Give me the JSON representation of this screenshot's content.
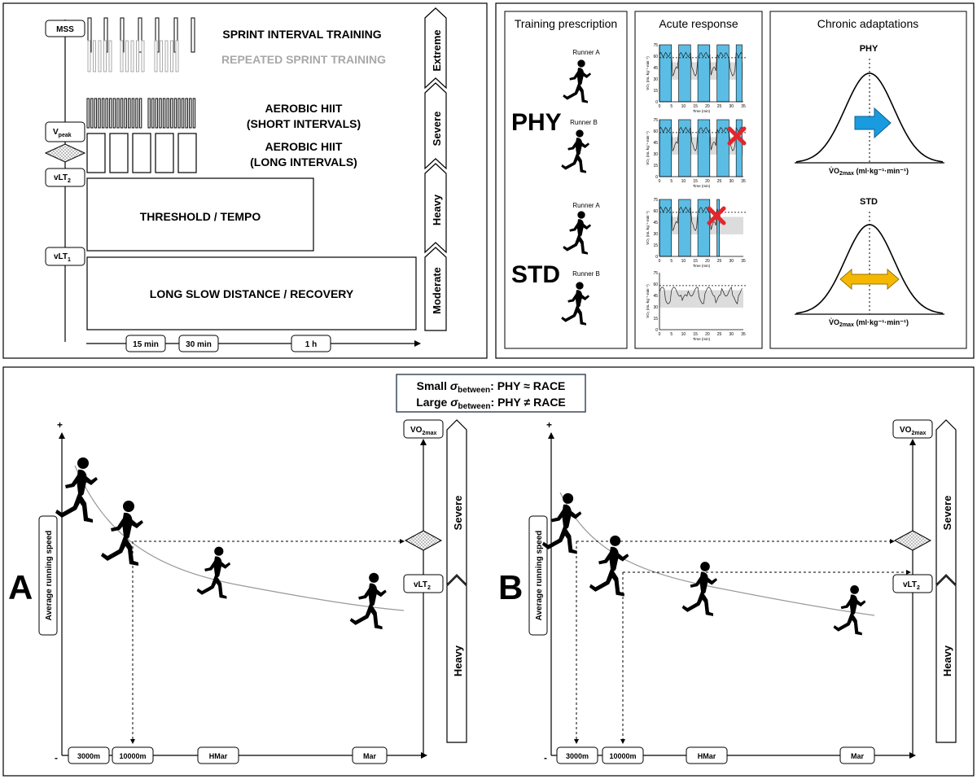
{
  "intensity_panel": {
    "markers": {
      "mss": "MSS",
      "vpeak": "V",
      "vpeak_sub": "peak",
      "vlt2": "vLT",
      "vlt2_sub": "2",
      "vlt1": "vLT",
      "vlt1_sub": "1"
    },
    "sessions": {
      "sit": "SPRINT INTERVAL TRAINING",
      "rst": "REPEATED SPRINT TRAINING",
      "hiit_short_1": "AEROBIC HIIT",
      "hiit_short_2": "(SHORT INTERVALS)",
      "hiit_long_1": "AEROBIC HIIT",
      "hiit_long_2": "(LONG INTERVALS)",
      "threshold": "THRESHOLD / TEMPO",
      "lsd": "LONG SLOW DISTANCE / RECOVERY"
    },
    "time_ticks": [
      "15 min",
      "30 min",
      "1 h"
    ],
    "domains": [
      "Extreme",
      "Severe",
      "Heavy",
      "Moderate"
    ]
  },
  "prescription_panel": {
    "columns": {
      "prescription": "Training prescription",
      "acute": "Acute response",
      "chronic": "Chronic adaptations"
    },
    "groups": {
      "phy": "PHY",
      "std": "STD"
    },
    "runners": {
      "a": "Runner A",
      "b": "Runner B"
    },
    "mini_chart": {
      "ylabel": "VO₂ (mL·kg⁻¹·min⁻¹)",
      "xlabel": "Time (min)",
      "yticks": [
        "75",
        "60",
        "45",
        "30",
        "15",
        "0"
      ],
      "xticks": [
        "0",
        "5",
        "10",
        "15",
        "20",
        "25",
        "30",
        "35"
      ]
    },
    "distributions": {
      "phy_title": "PHY",
      "std_title": "STD",
      "axis_label": "V̇O",
      "axis_label_sub": "2max",
      "axis_label_unit": " (ml·kg⁻¹·min⁻¹)"
    },
    "colors": {
      "interval_fill": "#5bbde4",
      "phy_arrow": "#1a9be0",
      "std_arrow": "#f5b800",
      "cross": "#e5242b"
    }
  },
  "race_panel": {
    "legend": {
      "line1_a": "Small ",
      "line1_sigma": "σ",
      "line1_sub": "between",
      "line1_b": ": PHY ≈ RACE",
      "line2_a": "Large ",
      "line2_sigma": "σ",
      "line2_sub": "between",
      "line2_b": ": PHY ≠ RACE"
    },
    "panel_a_label": "A",
    "panel_b_label": "B",
    "ylabel": "Average running speed",
    "plus": "+",
    "minus": "-",
    "distances": [
      "3000m",
      "10000m",
      "HMar",
      "Mar"
    ],
    "thresholds": {
      "vo2max": "VO",
      "vo2max_sub": "2max",
      "vlt2": "vLT",
      "vlt2_sub": "2"
    },
    "domains": [
      "Severe",
      "Heavy"
    ]
  }
}
